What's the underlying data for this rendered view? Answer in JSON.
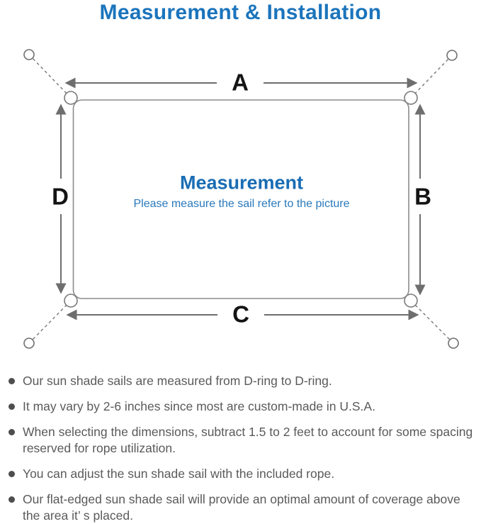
{
  "page": {
    "title": "Measurement & Installation"
  },
  "colors": {
    "title_blue": "#1b74bc",
    "center_title_blue": "#1a6db4",
    "subtitle_blue": "#2878bb",
    "dimension_label_black": "#141414",
    "sail_outline_gray": "#8c8c8c",
    "arrow_gray": "#6e6e6e",
    "note_text_gray": "#5a5a5a"
  },
  "diagram": {
    "labels": {
      "top": "A",
      "right": "B",
      "bottom": "C",
      "left": "D"
    },
    "center_title": "Measurement",
    "center_subtitle": "Please measure the sail refer to the picture"
  },
  "notes": {
    "items": [
      {
        "text": "Our sun shade sails are measured from D-ring to D-ring."
      },
      {
        "text": "It may vary by 2-6 inches since most are custom-made in U.S.A."
      },
      {
        "text": "When selecting the dimensions, subtract 1.5 to 2 feet to account for some spacing reserved for rope utilization."
      },
      {
        "text": "You can adjust the sun shade sail with the included rope."
      },
      {
        "text": "Our flat-edged sun shade sail will provide an optimal amount of coverage above the area it’ s placed."
      }
    ]
  }
}
